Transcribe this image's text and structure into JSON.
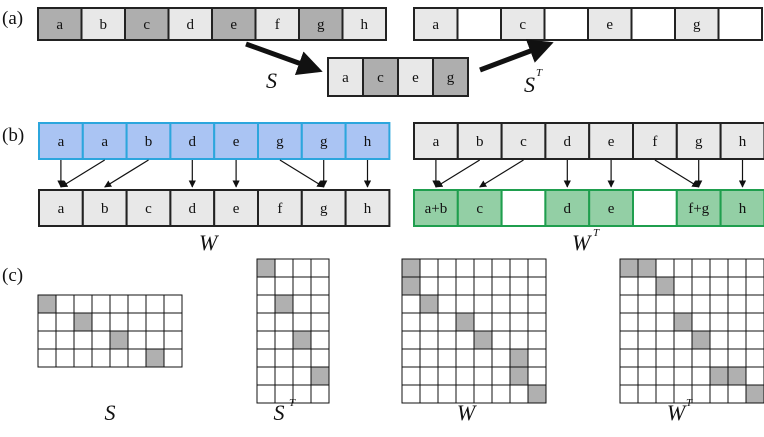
{
  "colors": {
    "dark_gray": "#aeaeae",
    "light_gray": "#e8e8e8",
    "white": "#ffffff",
    "blue_fill": "#aac4f3",
    "blue_border": "#2ca6dd",
    "green_fill": "#93cfa5",
    "green_border": "#1f9e4e",
    "matrix_fill": "#b0b0b0"
  },
  "panels": {
    "a": "(a)",
    "b": "(b)",
    "c": "(c)"
  },
  "row_a_left": [
    {
      "t": "a",
      "c": "dark_gray"
    },
    {
      "t": "b",
      "c": "light_gray"
    },
    {
      "t": "c",
      "c": "dark_gray"
    },
    {
      "t": "d",
      "c": "light_gray"
    },
    {
      "t": "e",
      "c": "dark_gray"
    },
    {
      "t": "f",
      "c": "light_gray"
    },
    {
      "t": "g",
      "c": "dark_gray"
    },
    {
      "t": "h",
      "c": "light_gray"
    }
  ],
  "row_a_right": [
    {
      "t": "a",
      "c": "light_gray"
    },
    {
      "t": "",
      "c": "white"
    },
    {
      "t": "c",
      "c": "light_gray"
    },
    {
      "t": "",
      "c": "white"
    },
    {
      "t": "e",
      "c": "light_gray"
    },
    {
      "t": "",
      "c": "white"
    },
    {
      "t": "g",
      "c": "light_gray"
    },
    {
      "t": "",
      "c": "white"
    }
  ],
  "row_a_mid": [
    {
      "t": "a",
      "c": "light_gray"
    },
    {
      "t": "c",
      "c": "dark_gray"
    },
    {
      "t": "e",
      "c": "light_gray"
    },
    {
      "t": "g",
      "c": "dark_gray"
    }
  ],
  "labels": {
    "S": "S",
    "T": "T",
    "W": "W"
  },
  "row_b_left_top": [
    "a",
    "a",
    "b",
    "d",
    "e",
    "g",
    "g",
    "h"
  ],
  "row_b_left_bottom": [
    "a",
    "b",
    "c",
    "d",
    "e",
    "f",
    "g",
    "h"
  ],
  "row_b_left_edges": [
    [
      0,
      0
    ],
    [
      1,
      0
    ],
    [
      2,
      1
    ],
    [
      3,
      3
    ],
    [
      4,
      4
    ],
    [
      5,
      6
    ],
    [
      6,
      6
    ],
    [
      7,
      7
    ]
  ],
  "row_b_right_top": [
    "a",
    "b",
    "c",
    "d",
    "e",
    "f",
    "g",
    "h"
  ],
  "row_b_right_bottom": [
    {
      "t": "a+b",
      "g": true
    },
    {
      "t": "c",
      "g": true
    },
    {
      "t": "",
      "g": false
    },
    {
      "t": "d",
      "g": true
    },
    {
      "t": "e",
      "g": true
    },
    {
      "t": "",
      "g": false
    },
    {
      "t": "f+g",
      "g": true
    },
    {
      "t": "h",
      "g": true
    }
  ],
  "row_b_right_edges": [
    [
      0,
      0
    ],
    [
      1,
      0
    ],
    [
      2,
      1
    ],
    [
      3,
      3
    ],
    [
      4,
      4
    ],
    [
      5,
      6
    ],
    [
      6,
      6
    ],
    [
      7,
      7
    ]
  ],
  "matrices": [
    {
      "name": "S",
      "sup": "",
      "rows": 4,
      "cols": 8,
      "filled": [
        [
          0,
          0
        ],
        [
          1,
          2
        ],
        [
          2,
          4
        ],
        [
          3,
          6
        ]
      ]
    },
    {
      "name": "S",
      "sup": "T",
      "rows": 8,
      "cols": 4,
      "filled": [
        [
          0,
          0
        ],
        [
          2,
          1
        ],
        [
          4,
          2
        ],
        [
          6,
          3
        ]
      ]
    },
    {
      "name": "W",
      "sup": "",
      "rows": 8,
      "cols": 8,
      "filled": [
        [
          0,
          0
        ],
        [
          1,
          0
        ],
        [
          2,
          1
        ],
        [
          3,
          3
        ],
        [
          4,
          4
        ],
        [
          5,
          6
        ],
        [
          6,
          6
        ],
        [
          7,
          7
        ]
      ]
    },
    {
      "name": "W",
      "sup": "T",
      "rows": 8,
      "cols": 8,
      "filled": [
        [
          0,
          0
        ],
        [
          0,
          1
        ],
        [
          1,
          2
        ],
        [
          3,
          3
        ],
        [
          4,
          4
        ],
        [
          6,
          5
        ],
        [
          6,
          6
        ],
        [
          7,
          7
        ]
      ]
    }
  ]
}
